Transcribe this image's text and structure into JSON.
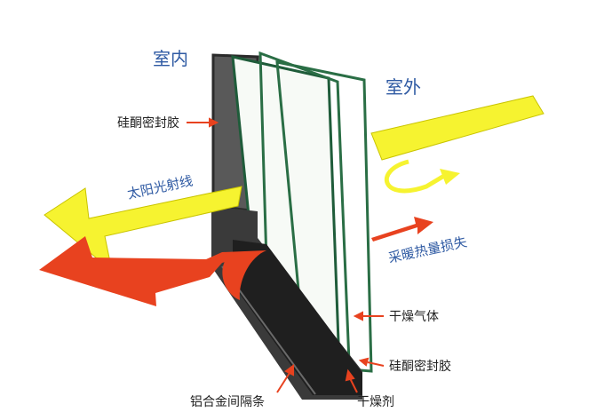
{
  "labels": {
    "indoor": "室内",
    "outdoor": "室外",
    "sealant_top": "硅酮密封胶",
    "solar": "太阳光射线",
    "heat_loss": "采暖热量损失",
    "dry_gas": "干燥气体",
    "sealant_bottom": "硅酮密封胶",
    "spacer": "铝合金间隔条",
    "desiccant": "干燥剂"
  },
  "colors": {
    "yellow_arrow": "#f6f330",
    "red_arrow": "#e8421f",
    "glass_edge": "#1f5c3a",
    "frame_dark": "#3a3a3a",
    "label_blue": "#2f5aa3",
    "pointer_red": "#e8421f"
  }
}
